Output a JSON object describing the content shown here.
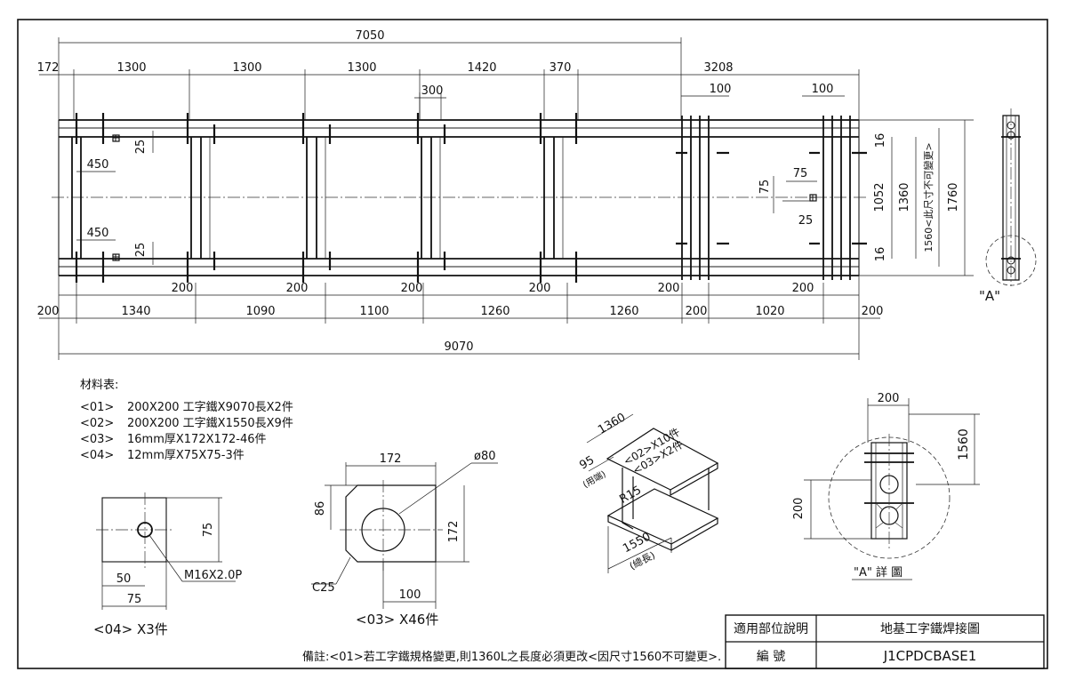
{
  "main_plan": {
    "dim_top_total": "7050",
    "dim_top_segments": [
      "172",
      "1300",
      "1300",
      "1300",
      "1420",
      "370",
      "3208"
    ],
    "dim_300": "300",
    "dim_100a": "100",
    "dim_100b": "100",
    "dim_25a": "25",
    "dim_450a": "450",
    "dim_450b": "450",
    "dim_25b": "25",
    "dim_75h": "75",
    "dim_75v": "75",
    "dim_25c": "25",
    "dim_16a": "16",
    "dim_16b": "16",
    "dim_1052": "1052",
    "dim_1360": "1360",
    "dim_1560_note": "1560<此尺寸不可變更>",
    "dim_1760": "1760",
    "dim_200_row": [
      "200",
      "200",
      "200",
      "200",
      "200",
      "200"
    ],
    "dim_bottom_segments": [
      "200",
      "1340",
      "1090",
      "1100",
      "1260",
      "1260",
      "200",
      "1020",
      "200"
    ],
    "dim_bottom_total": "9070",
    "view_label": "\"A\""
  },
  "materials": {
    "title": "材料表:",
    "items": [
      {
        "id": "<01>",
        "desc": "200X200  工字鐵X9070長X2件"
      },
      {
        "id": "<02>",
        "desc": "200X200  工字鐵X1550長X9件"
      },
      {
        "id": "<03>",
        "desc": "16mm厚X172X172-46件"
      },
      {
        "id": "<04>",
        "desc": "12mm厚X75X75-3件"
      }
    ]
  },
  "part04": {
    "dim_75v": "75",
    "dim_50": "50",
    "dim_75h": "75",
    "hole_note": "M16X2.0P",
    "caption": "<04>  X3件"
  },
  "part03": {
    "dim_172h": "172",
    "dim_phi": "ø80",
    "dim_86": "86",
    "dim_172v": "172",
    "dim_100": "100",
    "chamfer": "C25",
    "caption": "<03>  X46件"
  },
  "iso_detail": {
    "dim_1360": "1360",
    "dim_95": "95",
    "label_cut": "(用端)",
    "tag1": "<02>X10件",
    "tag2": "<03>X2件",
    "radius": "R15",
    "dim_1550": "1550",
    "label_total": "(總長)"
  },
  "detail_a": {
    "dim_200h": "200",
    "dim_1560": "1560",
    "dim_200v": "200",
    "caption": "\"A\" 詳 圖"
  },
  "title_block": {
    "label_apply": "適用部位說明",
    "title": "地基工字鐵焊接圖",
    "label_no": "編    號",
    "number": "J1CPDCBASE1"
  },
  "footer_note": "備註:<01>若工字鐵規格變更,則1360L之長度必須更改<因尺寸1560不可變更>."
}
